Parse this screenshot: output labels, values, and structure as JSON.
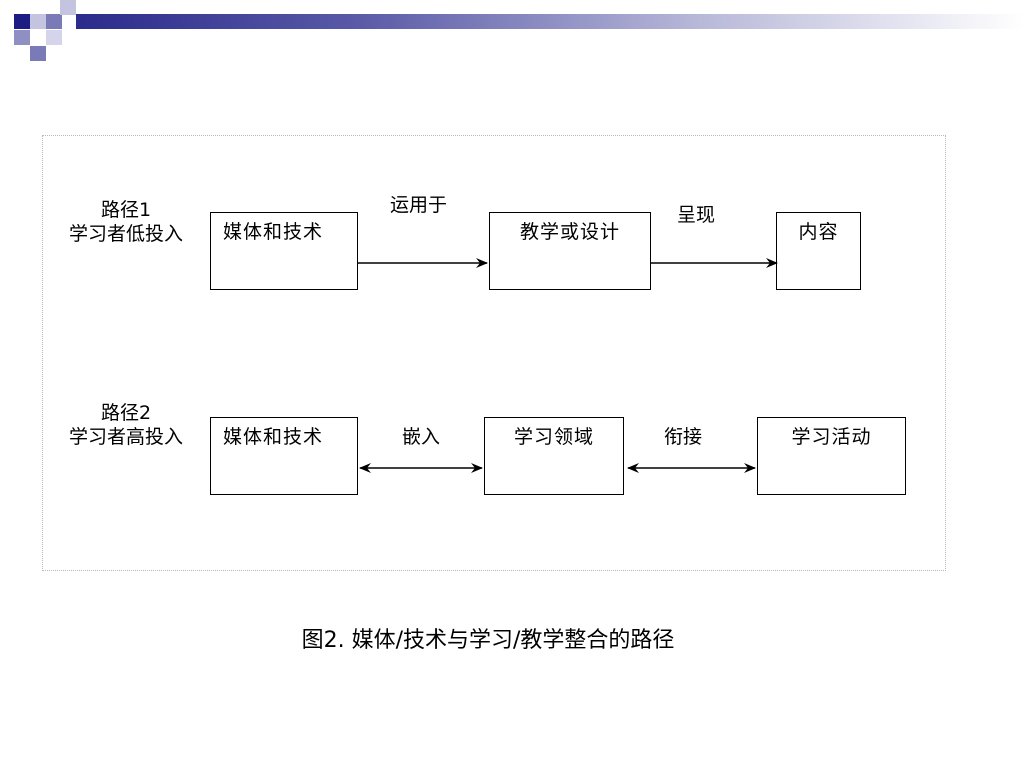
{
  "diagram": {
    "path1": {
      "label": "路径1",
      "sublabel": "学习者低投入",
      "nodes": [
        "媒体和技术",
        "教学或设计",
        "内容"
      ],
      "edges": [
        "运用于",
        "呈现"
      ]
    },
    "path2": {
      "label": "路径2",
      "sublabel": "学习者高投入",
      "nodes": [
        "媒体和技术",
        "学习领域",
        "学习活动"
      ],
      "edges": [
        "嵌入",
        "衔接"
      ]
    },
    "caption": "图2. 媒体/技术与学习/教学整合的路径"
  },
  "colors": {
    "header_dark": "#1c1c84",
    "header_mid": "#7a7ab8",
    "header_light": "#c4c4e0"
  }
}
